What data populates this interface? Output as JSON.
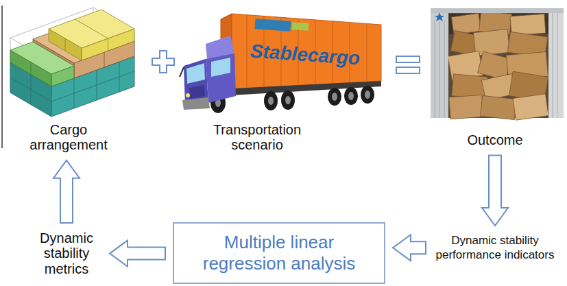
{
  "diagram": {
    "nodes": [
      {
        "text": [
          "Cargo arrangement"
        ]
      },
      {
        "text": [
          "Transportation scenario"
        ]
      },
      {
        "text": [
          "Outcome"
        ]
      },
      {
        "text": [
          "Dynamic stability metrics"
        ]
      },
      {
        "text": [
          "Multiple linear regression analysis"
        ]
      },
      {
        "text": [
          "Dynamic stability performance indicators"
        ]
      }
    ],
    "edges": [
      {
        "from": 2,
        "to": 5,
        "arrow": "to"
      },
      {
        "from": 5,
        "to": 4,
        "arrow": "to"
      },
      {
        "from": 4,
        "to": 3,
        "arrow": "to"
      },
      {
        "from": 3,
        "to": 0,
        "arrow": "to"
      }
    ],
    "labels": [
      "Stablecargo"
    ]
  }
}
